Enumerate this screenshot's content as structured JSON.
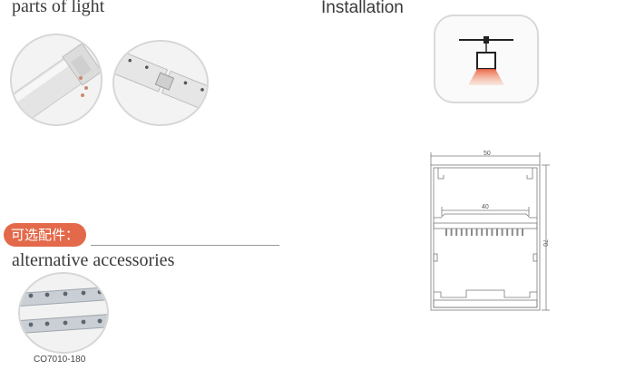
{
  "sections": {
    "parts_title": "parts of light",
    "installation_title": "Installation",
    "optional_badge": "可选配件：",
    "alternative_title": "alternative accessories"
  },
  "parts_images": [
    {
      "name": "profile-end-cap"
    },
    {
      "name": "profile-joint-connector"
    }
  ],
  "accessory": {
    "code": "CO7010-180"
  },
  "drawing": {
    "width_label": "50",
    "inner_width_label": "40",
    "height_label": "70"
  },
  "colors": {
    "badge": "#e3694a",
    "light_glow": "#e8603f"
  }
}
